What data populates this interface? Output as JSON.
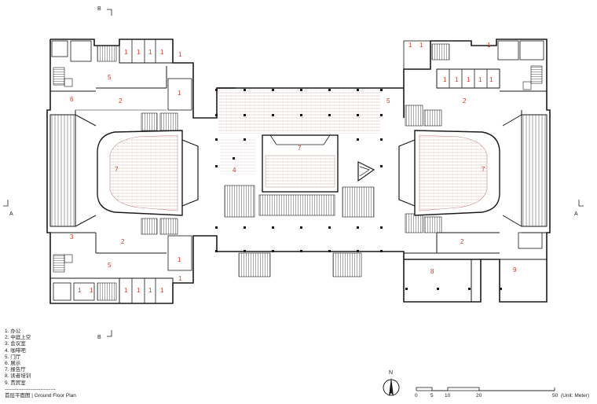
{
  "section_marks": {
    "a": "A",
    "b": "B"
  },
  "north": "N",
  "legend": {
    "items": [
      "1. 办公",
      "2. 中庭上空",
      "3. 会议室",
      "4. 咖啡吧",
      "5. 门厅",
      "6. 展示",
      "7. 报告厅",
      "8. 读者培训",
      "9. 贵宾室"
    ],
    "divider": "------------------------------",
    "title": "首层平面图 | Ground Floor Plan"
  },
  "scale": {
    "ticks": [
      "0",
      "5",
      "10",
      "20",
      "50"
    ],
    "unit": "(Unit: Meter)"
  },
  "room_labels": [
    "1",
    "1",
    "1",
    "1",
    "1",
    "5",
    "6",
    "2",
    "1",
    "7",
    "3",
    "2",
    "5",
    "1",
    "1",
    "1",
    "1",
    "1",
    "1",
    "1",
    "1",
    "4",
    "7",
    "5",
    "1",
    "1",
    "1",
    "1",
    "2",
    "7",
    "2",
    "1",
    "1",
    "1",
    "1",
    "8",
    "9"
  ],
  "colors": {
    "room_number": "#d23a1e",
    "wall": "#1a1a1a",
    "seat": "#c98a8a",
    "grid": "#999999"
  }
}
